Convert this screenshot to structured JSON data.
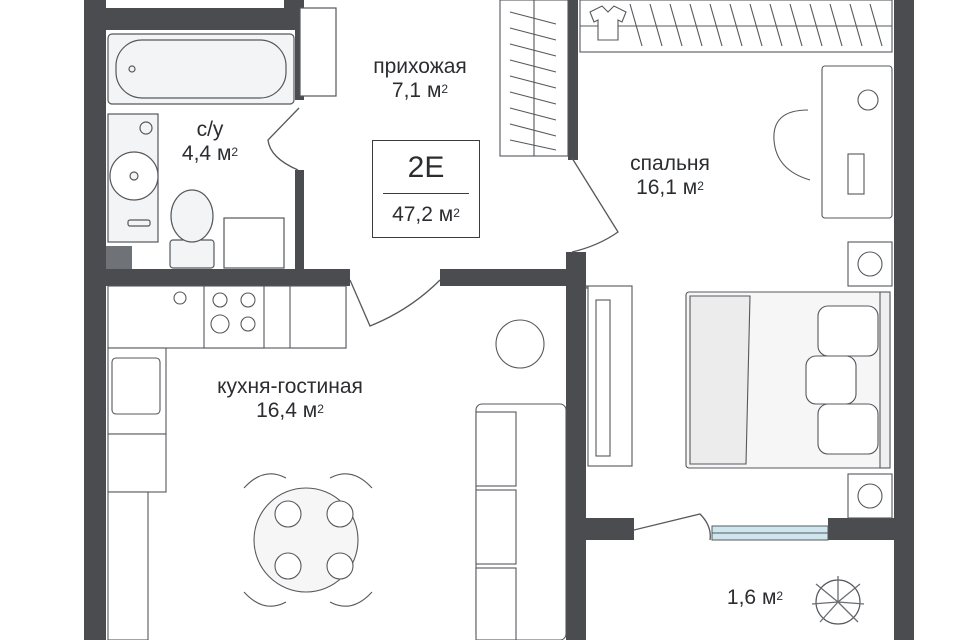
{
  "apartment": {
    "code": "2E",
    "total_area": "47,2 м",
    "unit_sup": "2"
  },
  "rooms": [
    {
      "name": "прихожая",
      "area": "7,1 м",
      "sup": "2"
    },
    {
      "name": "с/у",
      "area": "4,4 м",
      "sup": "2"
    },
    {
      "name": "спальня",
      "area": "16,1 м",
      "sup": "2"
    },
    {
      "name": "кухня-гостиная",
      "area": "16,4 м",
      "sup": "2"
    },
    {
      "name": "",
      "area": "1,6 м",
      "sup": "2"
    }
  ],
  "colors": {
    "wall": "#4a4c50",
    "line": "#55585c",
    "fill_light": "#f1f2f3",
    "window": "#cfe6ee"
  }
}
